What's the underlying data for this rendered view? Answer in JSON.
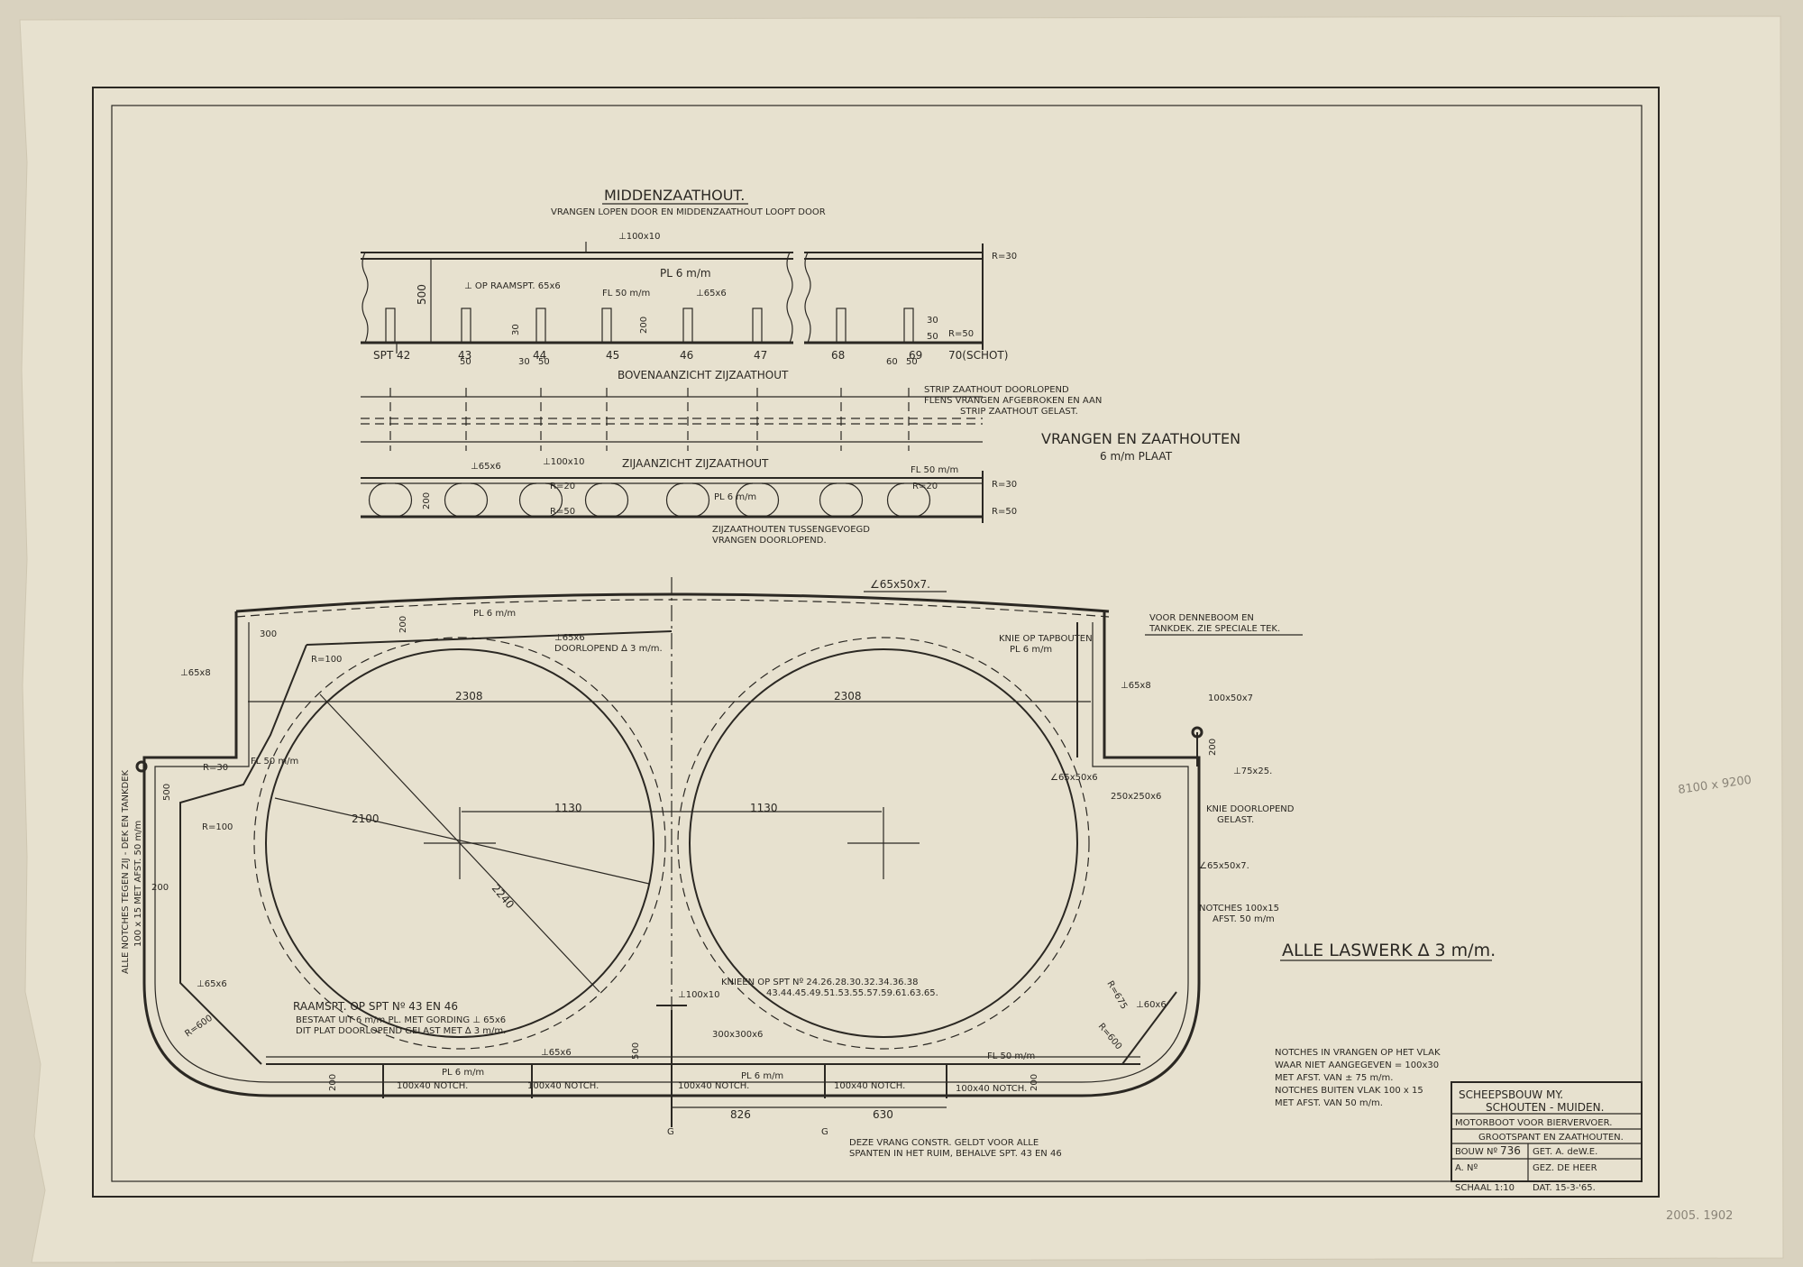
{
  "colors": {
    "paper": "#e7e1cf",
    "ink": "#2b2823",
    "pencil": "#8a8478"
  },
  "top_section": {
    "title": "MIDDENZAATHOUT.",
    "subtitle": "VRANGEN LOPEN DOOR EN MIDDENZAATHOUT LOOPT DOOR",
    "strip_label": "⊥100x10",
    "height_500": "500",
    "r30": "R=30",
    "r50": "R=50",
    "raamspt_note": "⊥ OP RAAMSPT. 65x6",
    "pl_6mm": "PL 6 m/m",
    "fl_50mm": "FL 50 m/m",
    "l65x6": "⊥65x6",
    "dim_200": "200",
    "dim_30": "30",
    "dim_50": "50",
    "dim_60": "60",
    "frames": [
      "SPT 42",
      "43",
      "44",
      "45",
      "46",
      "47",
      "68",
      "69",
      "70(SCHOT)"
    ]
  },
  "plan_section": {
    "title": "BOVENAANZICHT ZIJZAATHOUT",
    "note_1": "STRIP ZAATHOUT DOORLOPEND",
    "note_2": "FLENS VRANGEN AFGEBROKEN EN AAN",
    "note_3": "STRIP ZAATHOUT GELAST."
  },
  "side_section": {
    "title": "ZIJAANZICHT ZIJZAATHOUT",
    "l65x6": "⊥65x6",
    "l100x10": "⊥100x10",
    "r20": "R=20",
    "r30": "R=30",
    "r50": "R=50",
    "dim_200": "200",
    "pl_6mm": "PL 6 m/m",
    "fl_50mm": "FL 50 m/m",
    "note_1": "ZIJZAATHOUTEN TUSSENGEVOEGD",
    "note_2": "VRANGEN DOORLOPEND."
  },
  "vrangen_title": "VRANGEN EN ZAATHOUTEN",
  "vrangen_sub": "6 m/m PLAAT",
  "main_section": {
    "deck_angle": "∠65x50x7.",
    "pl_6mm": "PL 6 m/m",
    "l65x6_door": "⊥65x6",
    "doorlopend": "DOORLOPEND ∆ 3 m/m.",
    "dim_300": "300",
    "dim_200": "200",
    "dim_500": "500",
    "dim_2308_l": "2308",
    "dim_2308_r": "2308",
    "dim_1130_l": "1130",
    "dim_1130_r": "1130",
    "dim_2100": "2100",
    "dim_2240": "2240",
    "dim_826": "826",
    "dim_630": "630",
    "r100": "R=100",
    "r30": "R=30",
    "r600": "R=600",
    "r600_right": "R=600",
    "r675": "R=675",
    "fl_50mm": "FL 50 m/m",
    "fl_50mm_bottom": "FL 50 m/m",
    "l65x8_left": "⊥65x8",
    "l65x8_right": "⊥65x8",
    "l65x6_left": "⊥65x6",
    "l65x6_bottom": "⊥65x6",
    "l60x6": "⊥60x6",
    "knie_1": "KNIE OP TAPBOUTEN",
    "knie_2": "PL 6 m/m",
    "voor_1": "VOOR DENNEBOOM EN",
    "voor_2": "TANKDEK. ZIE SPECIALE TEK.",
    "angle_100x50x7": "100x50x7",
    "angle_65x50x6": "∠65x50x6",
    "angle_75x25": "⊥75x25.",
    "plate_250": "250x250x6",
    "knie_door_1": "KNIE DOORLOPEND",
    "knie_door_2": "GELAST.",
    "angle_65x50x7": "∠65x50x7.",
    "notches_1": "NOTCHES 100x15",
    "notches_2": "AFST. 50 m/m",
    "raamspt_1": "RAAMSPT. OP SPT Nº 43 EN 46",
    "raamspt_2": "BESTAAT UIT 6 m/m PL. MET GORDING ⊥ 65x6",
    "raamspt_3": "DIT PLAT DOORLOPEND GELAST MET ∆ 3 m/m.",
    "knieen_1": "KNIEEN OP SPT Nº   24.26.28.30.32.34.36.38",
    "knieen_2": "43.44.45.49.51.53.55.57.59.61.63.65.",
    "l100x10": "⊥100x10",
    "plate_300": "300x300x6",
    "notch_400": "100x40 NOTCH.",
    "notch_a": "100x40 NOTCH.",
    "notch_b": "100x40 NOTCH.",
    "notch_c": "100x40 NOTCH.",
    "notch_d": "100x40 NOTCH.",
    "pl6_b1": "PL 6 m/m",
    "pl6_b2": "PL 6 m/m",
    "deze_1": "DEZE VRANG CONSTR. GELDT VOOR ALLE",
    "deze_2": "SPANTEN IN HET RUIM, BEHALVE SPT. 43 EN 46",
    "left_vertical_1": "ALLE NOTCHES TEGEN ZIJ - DEK EN TANKDEK",
    "left_vertical_2": "100 x 15 MET AFST. 50 m/m",
    "centre_mark": "G"
  },
  "laswerk": "ALLE LASWERK ∆ 3 m/m.",
  "notch_notes": [
    "NOTCHES IN VRANGEN OP HET VLAK",
    "WAAR NIET AANGEGEVEN = 100x30",
    "MET AFST. VAN ± 75 m/m.",
    "NOTCHES BUITEN VLAK 100 x 15",
    "MET AFST. VAN 50 m/m."
  ],
  "title_block": {
    "company_1": "SCHEEPSBOUW MY.",
    "company_2": "SCHOUTEN - MUIDEN.",
    "vessel": "MOTORBOOT VOOR BIERVERVOER.",
    "drawing": "GROOTSPANT EN ZAATHOUTEN.",
    "bouw_label": "BOUW Nº",
    "bouw_value": "736",
    "get": "GET. A. deW.E.",
    "a_no": "A. Nº",
    "gez": "GEZ. DE HEER",
    "scale": "SCHAAL 1:10",
    "date": "DAT. 15-3-'65."
  },
  "pencil_size": "8100 x 9200",
  "pencil_ref": "2005. 1902"
}
